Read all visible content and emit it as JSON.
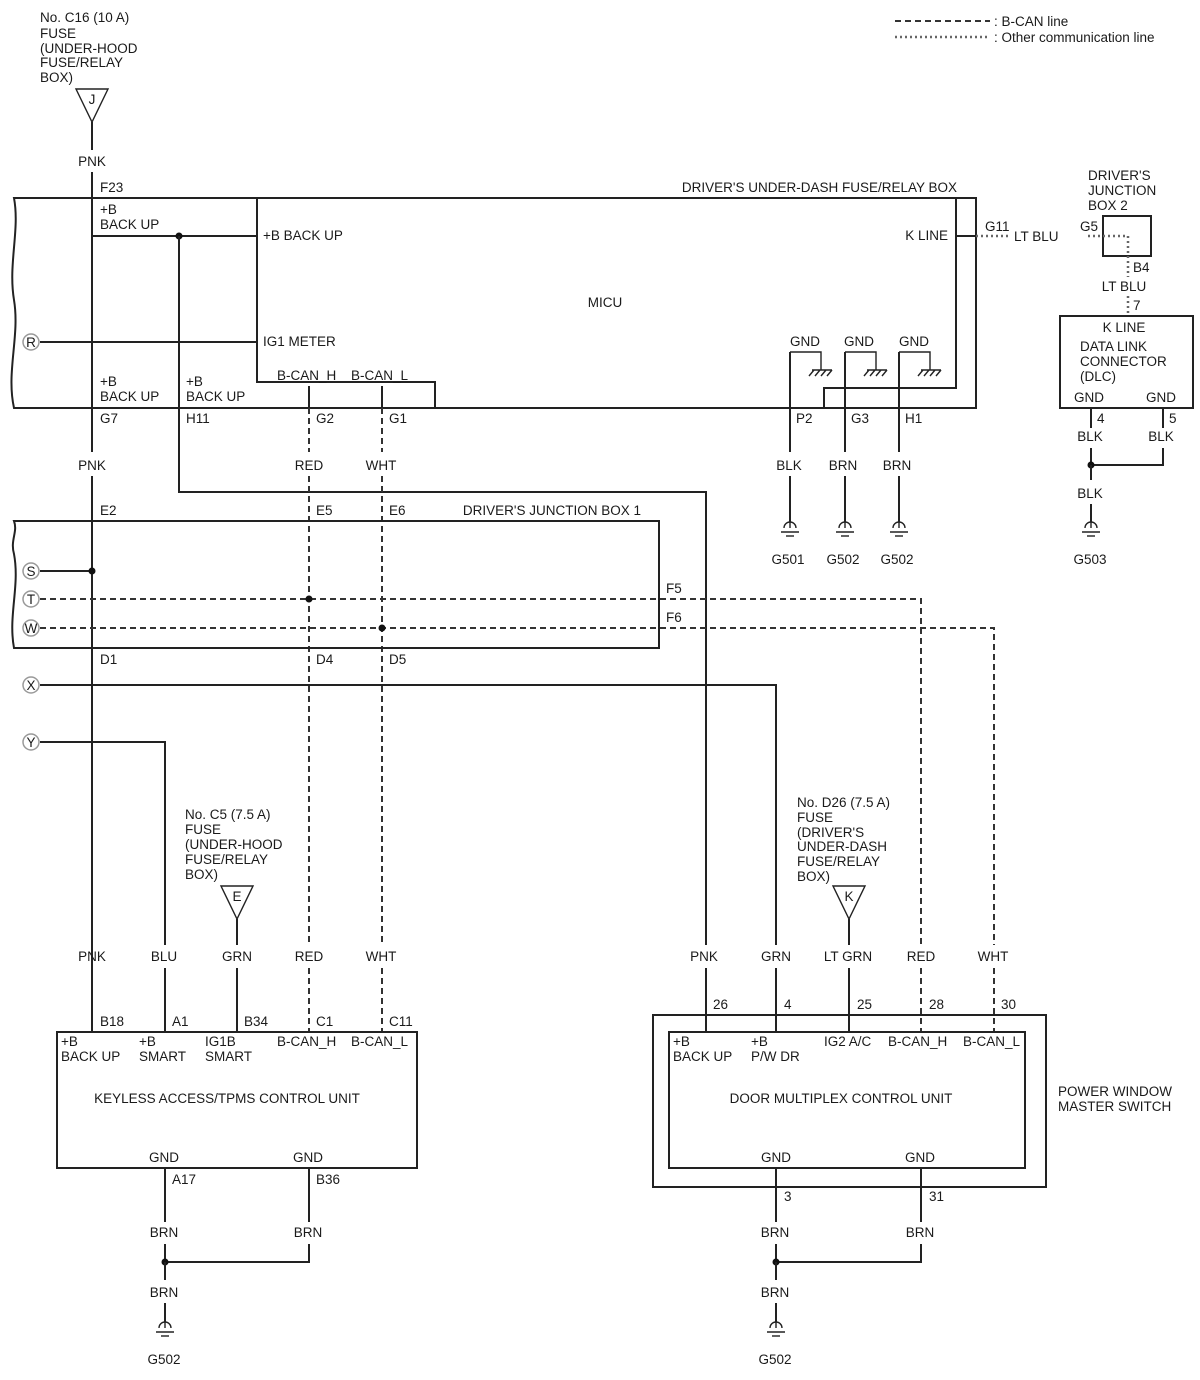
{
  "legend": {
    "can": ": B-CAN line",
    "other": ": Other communication line"
  },
  "fuses": {
    "c16": {
      "lines": [
        "No. C16 (10 A)",
        "FUSE",
        "(UNDER-HOOD",
        "FUSE/RELAY",
        "BOX)"
      ],
      "letter": "J"
    },
    "c5": {
      "lines": [
        "No. C5 (7.5 A)",
        "FUSE",
        "(UNDER-HOOD",
        "FUSE/RELAY",
        "BOX)"
      ],
      "letter": "E"
    },
    "d26": {
      "lines": [
        "No. D26 (7.5 A)",
        "FUSE",
        "(DRIVER'S",
        "UNDER-DASH",
        "FUSE/RELAY",
        "BOX)"
      ],
      "letter": "K"
    }
  },
  "wire_colors": {
    "pnk": "PNK",
    "red": "RED",
    "wht": "WHT",
    "blk": "BLK",
    "brn": "BRN",
    "lt_blu": "LT BLU",
    "blu": "BLU",
    "grn": "GRN",
    "lt_grn": "LT GRN"
  },
  "under_dash": {
    "title": "DRIVER'S UNDER-DASH FUSE/RELAY BOX",
    "micu": "MICU",
    "b": "+B",
    "back_up": "BACK UP",
    "b_back_up": "+B BACK UP",
    "ig1_meter": "IG1 METER",
    "k_line": "K LINE",
    "b_can_h": "B-CAN_H",
    "b_can_l": "B-CAN_L",
    "gnd": "GND",
    "terms": {
      "f23": "F23",
      "g11": "G11",
      "g7": "G7",
      "h11": "H11",
      "g2": "G2",
      "g1": "G1",
      "p2": "P2",
      "g3": "G3",
      "h1": "H1"
    }
  },
  "jb2": {
    "title": [
      "DRIVER'S",
      "JUNCTION",
      "BOX 2"
    ],
    "g5": "G5",
    "b4": "B4"
  },
  "dlc": {
    "pin7": "7",
    "k_line": "K LINE",
    "title": [
      "DATA LINK",
      "CONNECTOR",
      "(DLC)"
    ],
    "gnd": "GND",
    "pin4": "4",
    "pin5": "5"
  },
  "grounds": {
    "g501": "G501",
    "g502": "G502",
    "g503": "G503"
  },
  "jb1": {
    "title": "DRIVER'S JUNCTION BOX 1",
    "terms": {
      "e2": "E2",
      "e5": "E5",
      "e6": "E6",
      "f5": "F5",
      "f6": "F6",
      "d1": "D1",
      "d4": "D4",
      "d5": "D5"
    }
  },
  "connectors": {
    "r": "R",
    "s": "S",
    "t": "T",
    "w": "W",
    "x": "X",
    "y": "Y"
  },
  "keyless": {
    "title": "KEYLESS ACCESS/TPMS CONTROL UNIT",
    "terms": {
      "b18": "B18",
      "a1": "A1",
      "b34": "B34",
      "c1": "C1",
      "c11": "C11",
      "a17": "A17",
      "b36": "B36"
    },
    "b": "+B",
    "back_up": "BACK UP",
    "smart": "SMART",
    "ig1b": "IG1B",
    "b_can_h": "B-CAN_H",
    "b_can_l": "B-CAN_L",
    "gnd": "GND"
  },
  "door": {
    "title": "DOOR MULTIPLEX CONTROL UNIT",
    "outer_title": [
      "POWER WINDOW",
      "MASTER SWITCH"
    ],
    "pins": {
      "p26": "26",
      "p4": "4",
      "p25": "25",
      "p28": "28",
      "p30": "30",
      "p3": "3",
      "p31": "31"
    },
    "b": "+B",
    "back_up": "BACK UP",
    "pw_dr": "P/W DR",
    "ig2_ac": "IG2 A/C",
    "b_can_h": "B-CAN_H",
    "b_can_l": "B-CAN_L",
    "gnd": "GND"
  }
}
